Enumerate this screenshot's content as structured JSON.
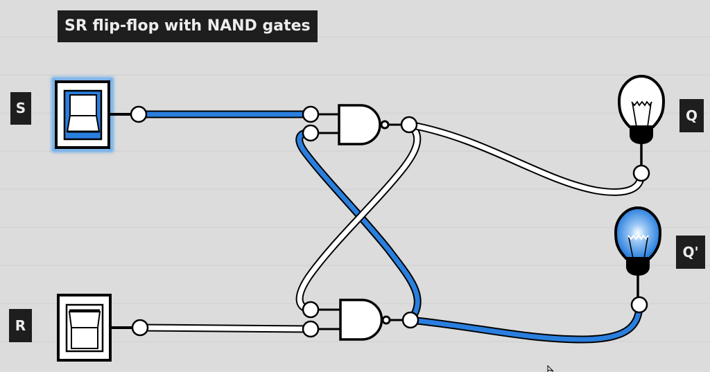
{
  "title": "SR flip-flop with NAND gates",
  "labels": {
    "s": "S",
    "r": "R",
    "q": "Q",
    "q_not": "Q'"
  },
  "state": {
    "S": 1,
    "R": 0,
    "Q": 0,
    "Q_not": 1
  },
  "colors": {
    "active_wire": "#2a7fde",
    "inactive_wire": "#ffffff",
    "outline": "#000000",
    "label_bg": "#1e1e1e",
    "label_text": "#ececec",
    "background": "#dcdcdc"
  },
  "components": [
    {
      "id": "switch-s",
      "type": "toggle-switch",
      "input": "S",
      "on": true
    },
    {
      "id": "switch-r",
      "type": "toggle-switch",
      "input": "R",
      "on": false
    },
    {
      "id": "nand-top",
      "type": "nand-gate"
    },
    {
      "id": "nand-bottom",
      "type": "nand-gate"
    },
    {
      "id": "bulb-q",
      "type": "light-bulb",
      "output": "Q",
      "lit": false
    },
    {
      "id": "bulb-q-not",
      "type": "light-bulb",
      "output": "Q'",
      "lit": true
    }
  ]
}
